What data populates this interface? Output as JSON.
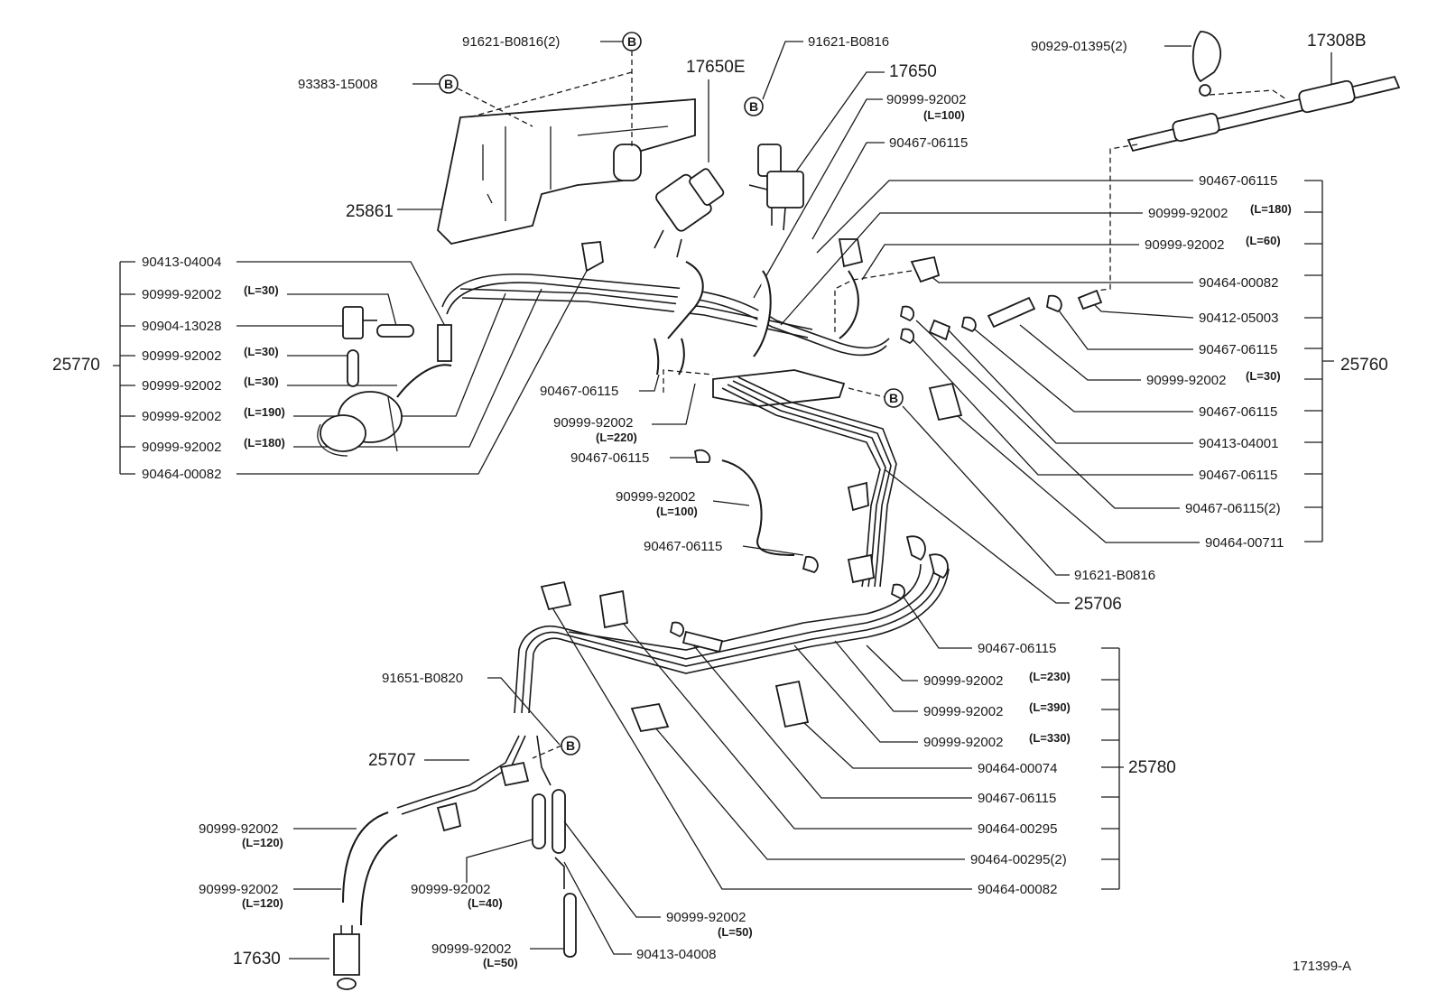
{
  "diagram_code": "171399-A",
  "marker": "B",
  "groups": {
    "g25770": "25770",
    "g25760": "25760",
    "g25780": "25780"
  },
  "labels": {
    "p91621_b0816_2": "91621-B0816(2)",
    "p93383_15008": "93383-15008",
    "p17650e": "17650E",
    "p91621_b0816_top": "91621-B0816",
    "p17650": "17650",
    "p90999_l100_top": "90999-92002",
    "p90999_l100_top_len": "(L=100)",
    "p90467_top": "90467-06115",
    "p90929": "90929-01395(2)",
    "p17308b": "17308B",
    "p25861": "25861",
    "l1": "90413-04004",
    "l2": "90999-92002",
    "l2_len": "(L=30)",
    "l3": "90904-13028",
    "l4": "90999-92002",
    "l4_len": "(L=30)",
    "l5": "90999-92002",
    "l5_len": "(L=30)",
    "l6": "90999-92002",
    "l6_len": "(L=190)",
    "l7": "90999-92002",
    "l7_len": "(L=180)",
    "l8": "90464-00082",
    "r1": "90467-06115",
    "r2": "90999-92002",
    "r2_len": "(L=180)",
    "r3": "90999-92002",
    "r3_len": "(L=60)",
    "r4": "90464-00082",
    "r5": "90412-05003",
    "r6": "90467-06115",
    "r7": "90999-92002",
    "r7_len": "(L=30)",
    "r8": "90467-06115",
    "r9": "90413-04001",
    "r10": "90467-06115",
    "r11": "90467-06115(2)",
    "r12": "90464-00711",
    "r13": "91621-B0816",
    "r14": "25706",
    "m1": "90467-06115",
    "m2": "90999-92002",
    "m2_len": "(L=220)",
    "m3": "90467-06115",
    "m4": "90999-92002",
    "m4_len": "(L=100)",
    "m5": "90467-06115",
    "b1": "90467-06115",
    "b2": "90999-92002",
    "b2_len": "(L=230)",
    "b3": "90999-92002",
    "b3_len": "(L=390)",
    "b4": "90999-92002",
    "b4_len": "(L=330)",
    "b5": "90464-00074",
    "b6": "90467-06115",
    "b7": "90464-00295",
    "b8": "90464-00295(2)",
    "b9": "90464-00082",
    "p91651": "91651-B0820",
    "p25707": "25707",
    "ll1": "90999-92002",
    "ll1_len": "(L=120)",
    "ll2": "90999-92002",
    "ll2_len": "(L=120)",
    "p17630": "17630",
    "lm1": "90999-92002",
    "lm1_len": "(L=40)",
    "lm2": "90999-92002",
    "lm2_len": "(L=50)",
    "lm3": "90999-92002",
    "lm3_len": "(L=50)",
    "lm4": "90413-04008"
  }
}
